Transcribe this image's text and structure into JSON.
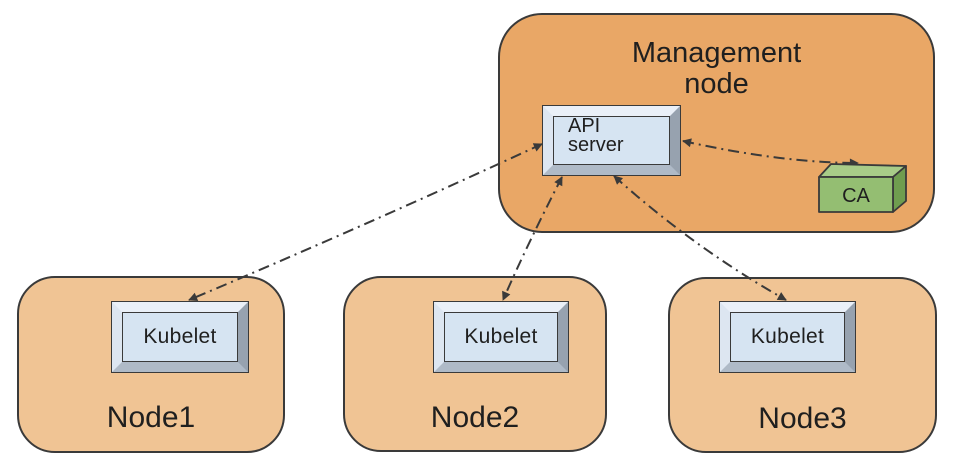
{
  "management_node": {
    "label": "Management\nnode",
    "api_server": {
      "label": "API\nserver"
    },
    "ca": {
      "label": "CA"
    }
  },
  "nodes": [
    {
      "label": "Node1",
      "kubelet_label": "Kubelet"
    },
    {
      "label": "Node2",
      "kubelet_label": "Kubelet"
    },
    {
      "label": "Node3",
      "kubelet_label": "Kubelet"
    }
  ],
  "connections": [
    {
      "from": "API server",
      "to": "Kubelet (Node1)",
      "bidirectional": true,
      "style": "dash-dot"
    },
    {
      "from": "API server",
      "to": "Kubelet (Node2)",
      "bidirectional": true,
      "style": "dash-dot"
    },
    {
      "from": "API server",
      "to": "Kubelet (Node3)",
      "bidirectional": true,
      "style": "dash-dot"
    },
    {
      "from": "API server",
      "to": "CA",
      "bidirectional": true,
      "style": "dash-dot"
    }
  ],
  "colors": {
    "management_fill": "#E9A766",
    "node_fill": "#F0C494",
    "box_face": "#D6E4F2",
    "bevel_top": "#EAF0F8",
    "bevel_right": "#97A2AF",
    "bevel_bottom": "#AFBAC7",
    "bevel_left": "#DDE6F1",
    "ca_front": "#94BE72",
    "ca_top": "#A8CC88",
    "ca_side": "#6F9D4F",
    "line": "#3A3A3A",
    "text": "#1F1F1F"
  }
}
